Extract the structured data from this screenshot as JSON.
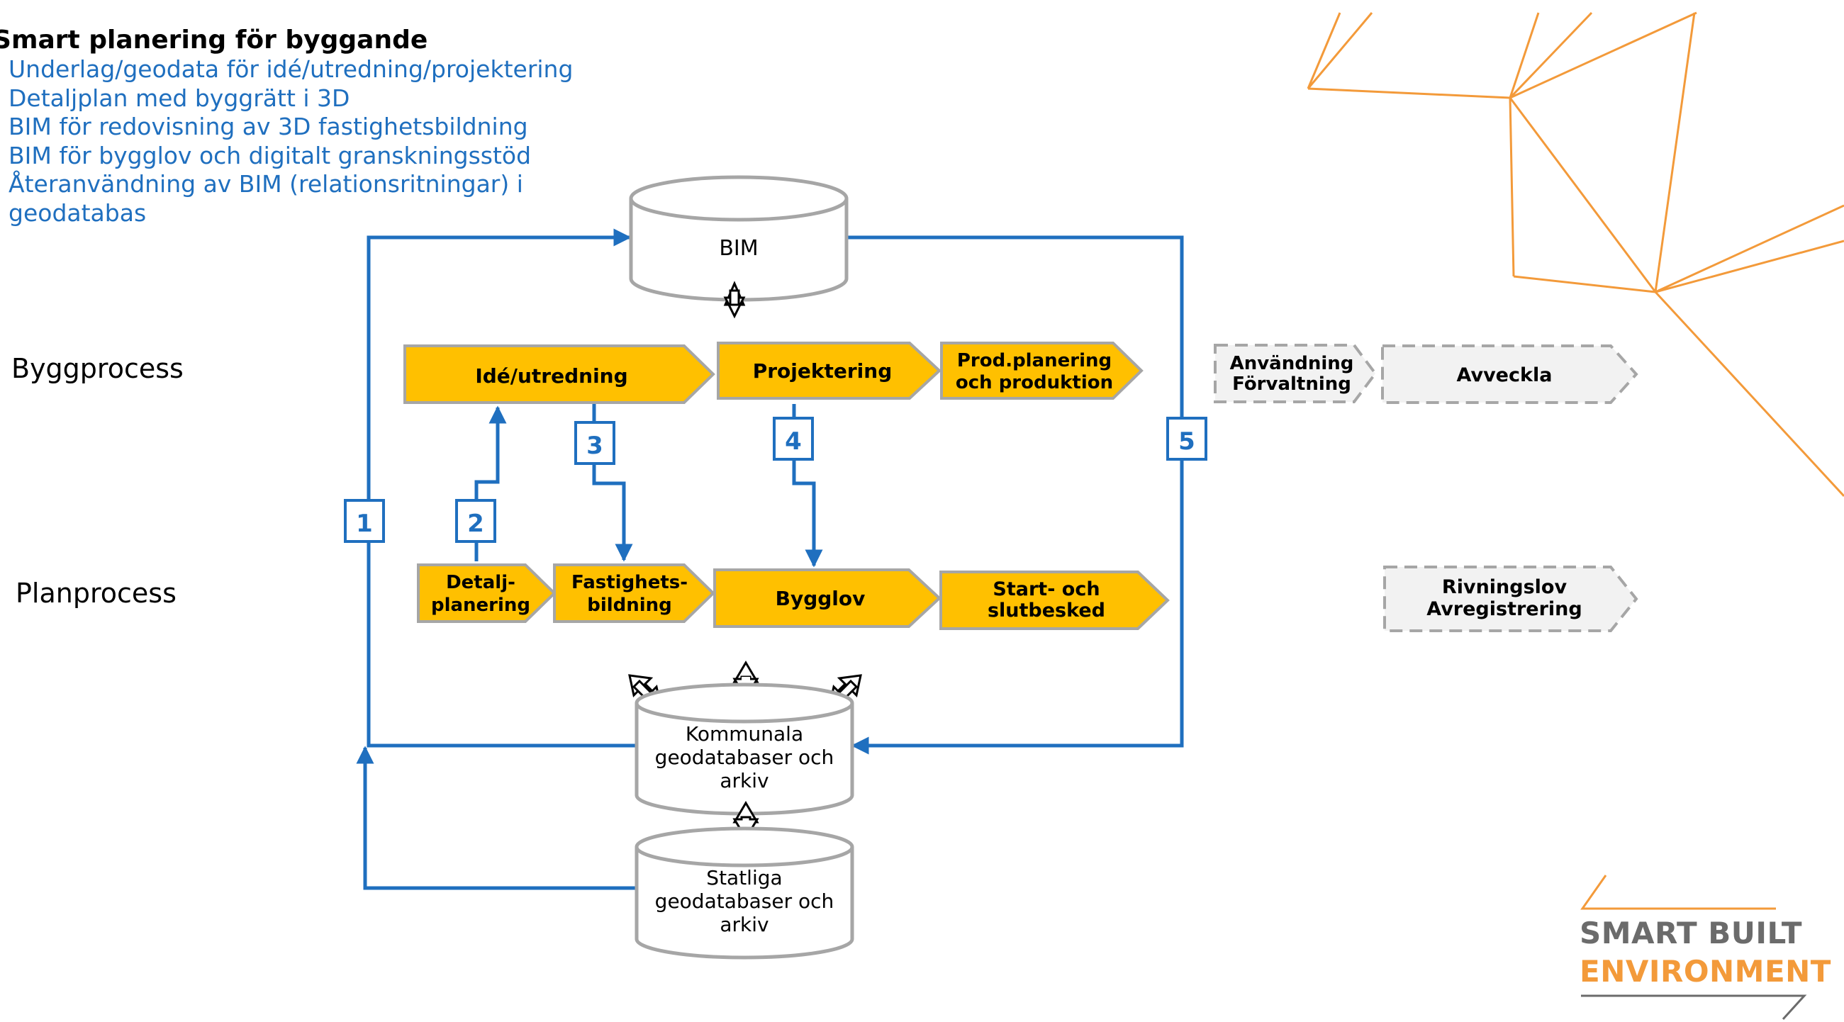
{
  "title": {
    "prefix": "mart planering för byggande"
  },
  "bullets": [
    "Underlag/geodata för idé/utredning/projektering",
    "Detaljplan med byggrätt i 3D",
    "BIM för redovisning av 3D fastighetsbildning",
    "BIM för bygglov och digitalt granskningsstöd",
    "Återanvändning av BIM (relationsritningar) i geodatabas"
  ],
  "process_labels": {
    "bygg": "Byggprocess",
    "plan": "Planprocess"
  },
  "databases": {
    "bim": "BIM",
    "kommunala": [
      "Kommunala",
      "geodatabaser och",
      "arkiv"
    ],
    "statliga": [
      "Statliga",
      "geodatabaser och",
      "arkiv"
    ]
  },
  "bygg_steps": [
    [
      "Idé/utredning"
    ],
    [
      "Projektering"
    ],
    [
      "Prod.planering",
      "och produktion"
    ]
  ],
  "plan_steps": [
    [
      "Detalj-",
      "planering"
    ],
    [
      "Fastighets-",
      "bildning"
    ],
    [
      "Bygglov"
    ],
    [
      "Start- och",
      "slutbesked"
    ]
  ],
  "future_steps": {
    "anvandning": [
      "Användning",
      "Förvaltning"
    ],
    "avveckla": [
      "Avveckla"
    ],
    "rivning": [
      "Rivningslov",
      "Avregistrering"
    ]
  },
  "numbers": [
    "1",
    "2",
    "3",
    "4",
    "5"
  ],
  "logo": {
    "line1": "SMART BUILT",
    "line2": "ENVIRONMENT"
  },
  "colors": {
    "step_fill": "#ffc000",
    "step_stroke": "#a6a6a6",
    "flow_blue": "#1f6fbf",
    "bullet_blue": "#1f6fbf",
    "future_fill": "#f2f2f2",
    "future_stroke": "#a6a6a6",
    "accent_orange": "#f39a3a",
    "logo_gray": "#6b6b6b"
  }
}
